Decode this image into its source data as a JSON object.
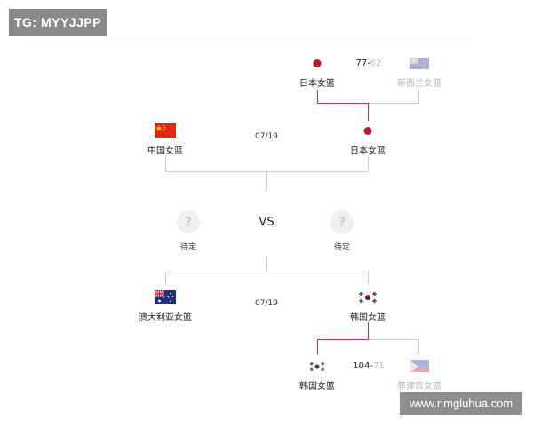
{
  "watermarks": {
    "tg": "TG: MYYJJPP",
    "site": "www.nmgluhua.com"
  },
  "bracket": {
    "top_semifinal": {
      "team_a": "日本女篮",
      "team_b": "新西兰女篮",
      "score_a": "77",
      "score_sep": "-",
      "score_b": "62"
    },
    "final_top": {
      "date": "07/19",
      "team_a": "中国女篮",
      "team_b": "日本女篮"
    },
    "championship": {
      "vs": "VS",
      "team_a": "待定",
      "team_b": "待定"
    },
    "final_bottom": {
      "date": "07/19",
      "team_a": "澳大利亚女篮",
      "team_b": "韩国女篮"
    },
    "bottom_semifinal": {
      "team_a": "韩国女篮",
      "team_b": "菲律宾女篮",
      "score_a": "104",
      "score_sep": "-",
      "score_b": "71"
    }
  },
  "colors": {
    "winner_line": "#b23a4c",
    "loser_line": "#cccccc",
    "japan_red": "#c0152f"
  }
}
